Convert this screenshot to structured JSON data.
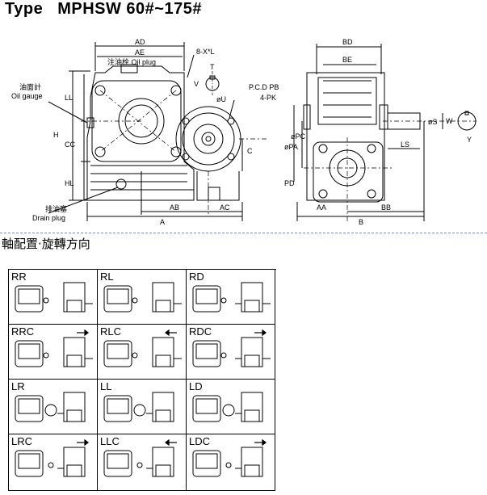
{
  "title": {
    "type_label": "Type",
    "model": "MPHSW  60#~175#"
  },
  "drawing": {
    "labels": {
      "AD": "AD",
      "AE": "AE",
      "oil_plug": "注油栓 Oil plug",
      "bolt": "8-X*L",
      "T": "T",
      "V": "V",
      "U": "øU",
      "pcd": "P.C.D PB",
      "pk": "4-PK",
      "gauge_jp": "油面計",
      "gauge_en": "Oil gauge",
      "LL": "LL",
      "H": "H",
      "CC": "CC",
      "HL": "HL",
      "C": "C",
      "drain_jp": "排油塞",
      "drain_en": "Drain plug",
      "A": "A",
      "AB": "AB",
      "AC": "AC",
      "BD": "BD",
      "BE": "BE",
      "PA": "øPA",
      "PC": "øPC",
      "PD": "PD",
      "S": "øS",
      "W": "W",
      "Y": "Y",
      "LS": "LS",
      "AA": "AA",
      "BB": "BB",
      "B": "B"
    }
  },
  "section": {
    "title": "軸配置·旋轉方向"
  },
  "arrangements": [
    {
      "code": "RR"
    },
    {
      "code": "RL"
    },
    {
      "code": "RD"
    },
    {
      "code": "RRC"
    },
    {
      "code": "RLC"
    },
    {
      "code": "RDC"
    },
    {
      "code": "LR"
    },
    {
      "code": "LL"
    },
    {
      "code": "LD"
    },
    {
      "code": "LRC"
    },
    {
      "code": "LLC"
    },
    {
      "code": "LDC"
    }
  ]
}
